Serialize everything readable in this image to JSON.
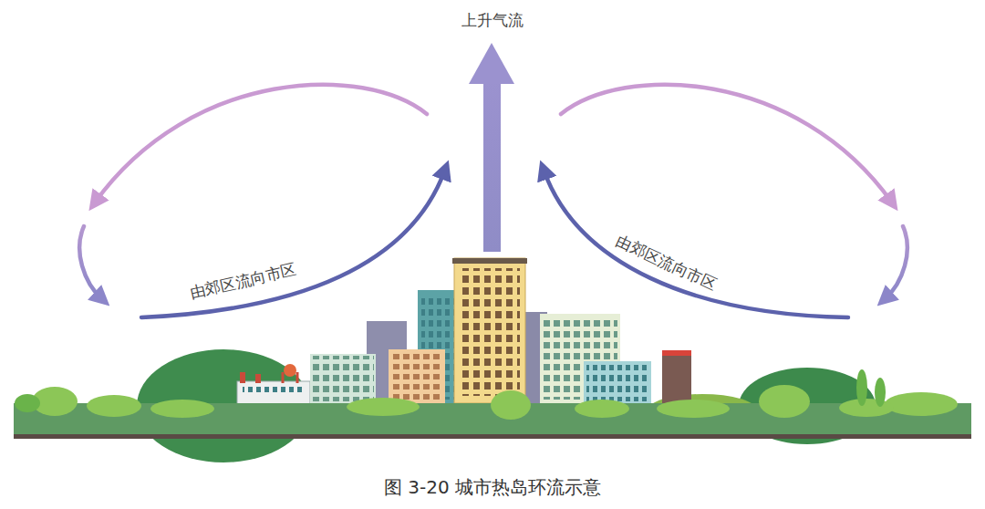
{
  "diagram": {
    "caption": "图 3-20 城市热岛环流示意",
    "labels": [
      "上升气流",
      "由郊区流向市区",
      "由郊区流向市区"
    ]
  }
}
